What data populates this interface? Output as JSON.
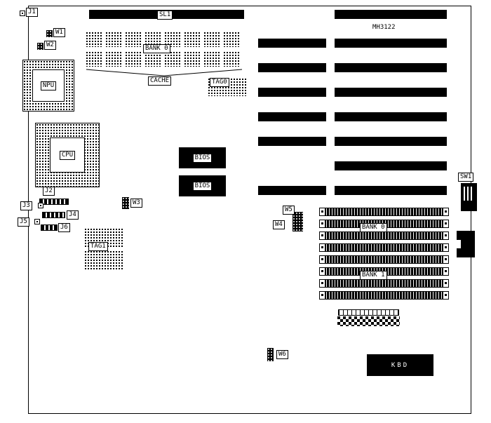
{
  "board": {
    "model": "MH3122",
    "slots": {
      "sl1": "SL1"
    },
    "processors": {
      "npu": "NPU",
      "cpu": "CPU"
    },
    "cache": {
      "bank_label": "BANK 0",
      "group_label": "CACHE",
      "tag0": "TAG0",
      "tag1": "TAG1"
    },
    "rom": {
      "bios1": "BIOS",
      "bios2": "BIOS"
    },
    "memory": {
      "bank0": "BANK 0",
      "bank1": "BANK 1"
    },
    "jumpers": {
      "w1": "W1",
      "w2": "W2",
      "w3": "W3",
      "w4": "W4",
      "w5": "W5",
      "w6": "W6"
    },
    "connectors": {
      "j1": "J1",
      "j2": "J2",
      "j3": "J3",
      "j4": "J4",
      "j5": "J5",
      "j6": "J6",
      "kbd": "KBD"
    },
    "switches": {
      "sw1": "SW1"
    }
  }
}
